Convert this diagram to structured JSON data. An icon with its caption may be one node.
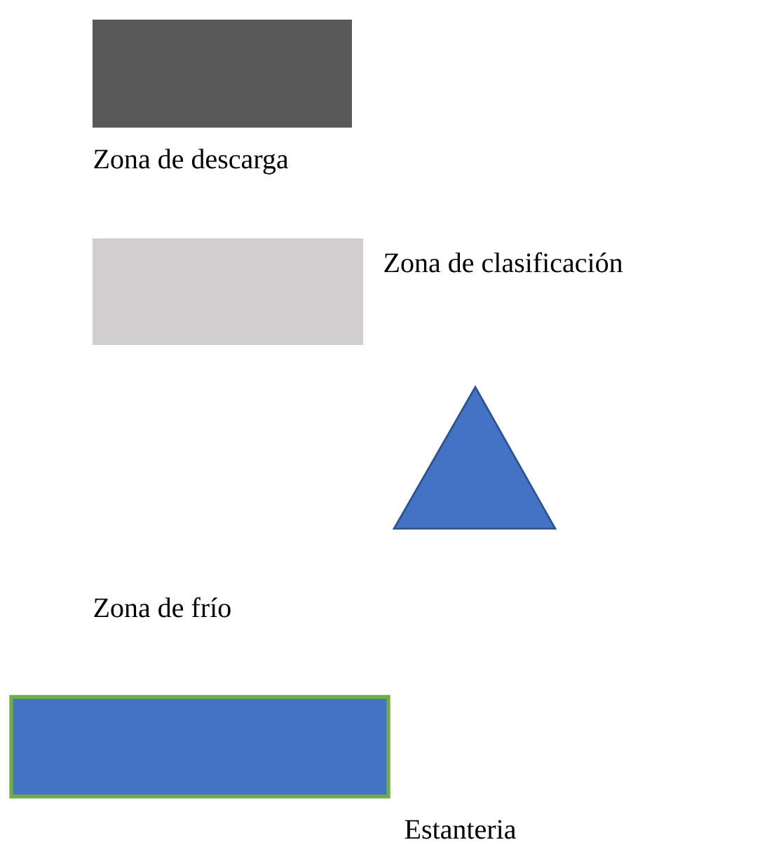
{
  "diagram": {
    "legend": [
      {
        "text": "Zona de descarga",
        "color": "#595959"
      },
      {
        "text": "Zona de clasificación",
        "color": "#d0cece"
      },
      {
        "text": "Zona de frío",
        "color": "#4472c4"
      },
      {
        "text": "Estanteria",
        "color": "#4472c4"
      }
    ]
  }
}
